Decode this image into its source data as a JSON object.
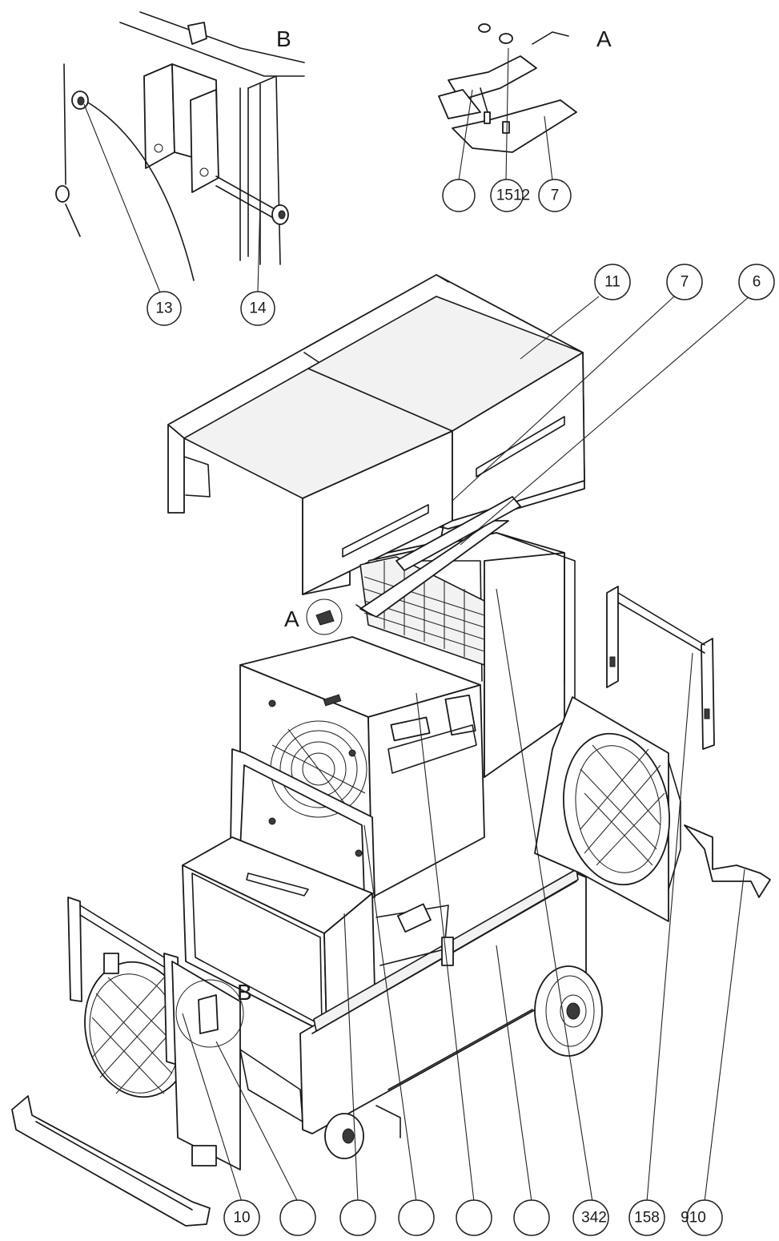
{
  "details": {
    "a_label": "A",
    "b_label": "B",
    "a_ref_label": "A",
    "b_ref_label": "B"
  },
  "callouts": {
    "top_a_blank": "",
    "top_a_1512": "1512",
    "top_a_7": "7",
    "top_b_13": "13",
    "top_b_14": "14",
    "main_11": "11",
    "main_7": "7",
    "main_6": "6",
    "bottom_10": "10",
    "bottom_blank_1": "",
    "bottom_blank_2": "",
    "bottom_blank_3": "",
    "bottom_blank_4": "",
    "bottom_blank_5": "",
    "bottom_342": "342",
    "bottom_158": "158",
    "bottom_910": "910"
  }
}
